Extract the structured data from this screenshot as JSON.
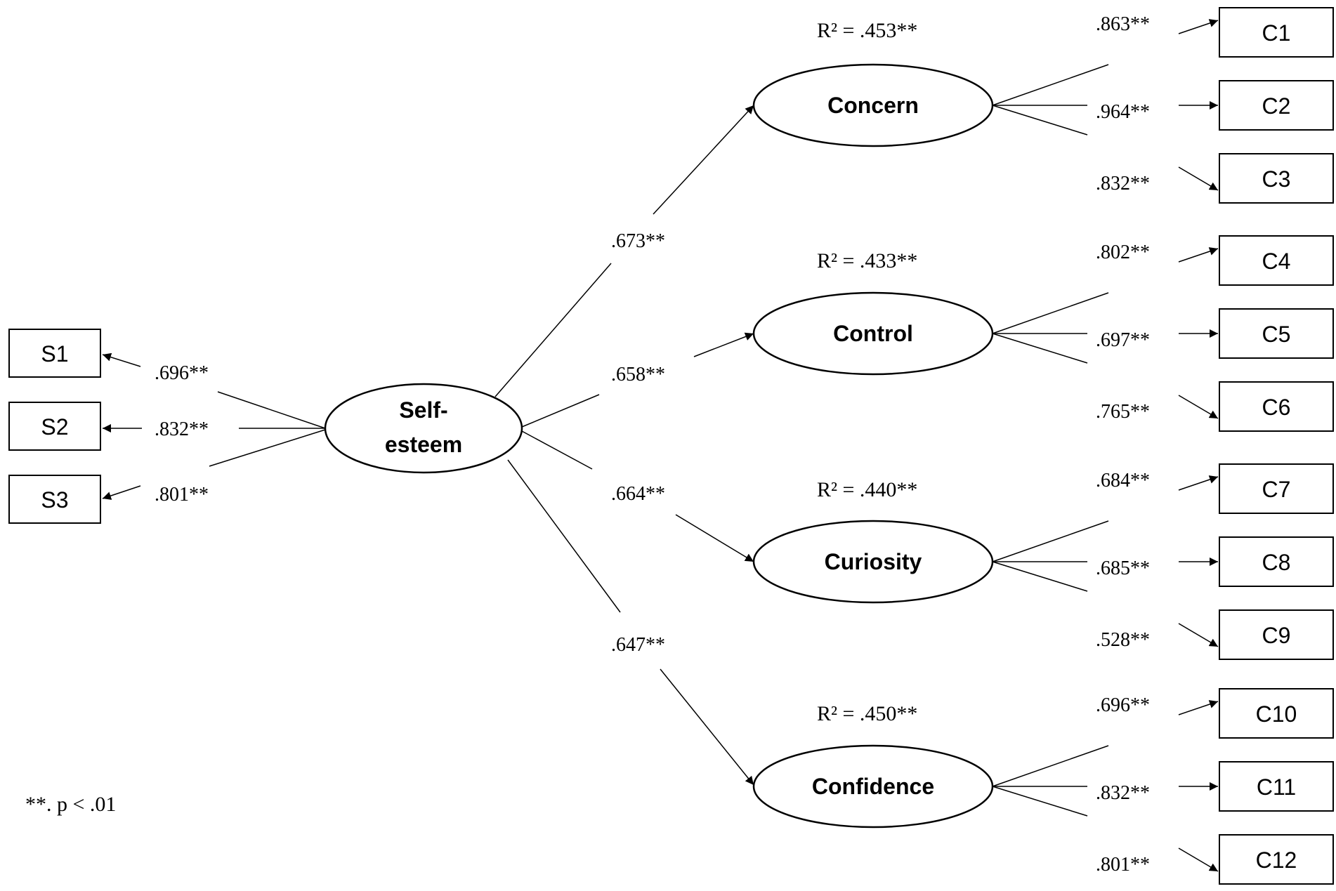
{
  "latents": {
    "selfesteem": {
      "line1": "Self-",
      "line2": "esteem"
    },
    "concern": {
      "label": "Concern",
      "r2": "R² = .453**"
    },
    "control": {
      "label": "Control",
      "r2": "R² = .433**"
    },
    "curiosity": {
      "label": "Curiosity",
      "r2": "R² = .440**"
    },
    "confidence": {
      "label": "Confidence",
      "r2": "R² = .450**"
    }
  },
  "indicators": {
    "s": [
      "S1",
      "S2",
      "S3"
    ],
    "c": [
      "C1",
      "C2",
      "C3",
      "C4",
      "C5",
      "C6",
      "C7",
      "C8",
      "C9",
      "C10",
      "C11",
      "C12"
    ]
  },
  "loadings": {
    "s": [
      ".696**",
      ".832**",
      ".801**"
    ],
    "c": [
      ".863**",
      ".964**",
      ".832**",
      ".802**",
      ".697**",
      ".765**",
      ".684**",
      ".685**",
      ".528**",
      ".696**",
      ".832**",
      ".801**"
    ]
  },
  "paths": {
    "concern": ".673**",
    "control": ".658**",
    "curiosity": ".664**",
    "confidence": ".647**"
  },
  "note": "**. p < .01"
}
